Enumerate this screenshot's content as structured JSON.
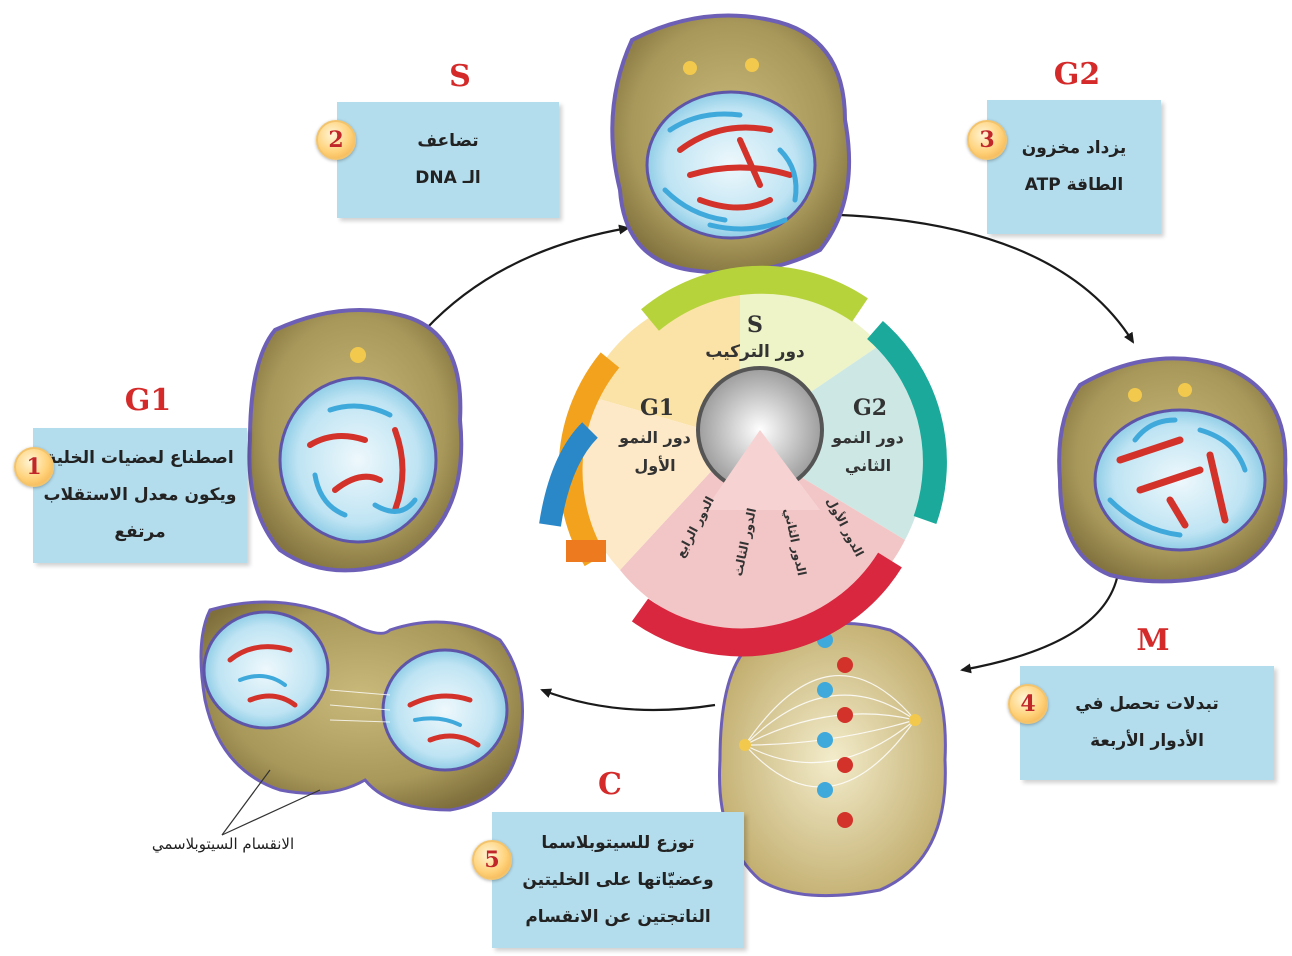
{
  "phases": {
    "g1": {
      "label": "G1",
      "number": "1",
      "lines": [
        "اصطناع لعضيات الخلية",
        "ويكون معدل الاستقلاب",
        "مرتفع"
      ]
    },
    "s": {
      "label": "S",
      "number": "2",
      "lines": [
        "تضاعف",
        "الـ DNA"
      ]
    },
    "g2": {
      "label": "G2",
      "number": "3",
      "lines": [
        "يزداد مخزون",
        "الطاقة ATP"
      ]
    },
    "m": {
      "label": "M",
      "number": "4",
      "lines": [
        "تبدلات تحصل في",
        "الأدوار الأربعة"
      ]
    },
    "c": {
      "label": "C",
      "number": "5",
      "lines": [
        "توزع للسيتوبلاسما",
        "وعضيّاتها على الخليتين",
        "الناتجتين عن الانقسام"
      ]
    }
  },
  "center_cycle": {
    "s": {
      "label": "S",
      "name": "دور التركيب"
    },
    "g1": {
      "label": "G1",
      "name_line1": "دور النمو",
      "name_line2": "الأول"
    },
    "g2": {
      "label": "G2",
      "name_line1": "دور النمو",
      "name_line2": "الثاني"
    },
    "mitosis_stages": [
      "الدور الأول",
      "الدور الثاني",
      "الدور الثالث",
      "الدور الرابع"
    ]
  },
  "cytokinesis_label": "الانقسام السيتوبلاسمي",
  "colors": {
    "phase_label": "#d42a2a",
    "box_fill": "#b3dcec",
    "cell_outer": "#a89a5c",
    "nucleus": "#bfe4f3",
    "chromosome_red": "#d3322a",
    "chromosome_blue": "#3fa9dc",
    "arc_s": "#b7d33c",
    "arc_g2": "#1aa99a",
    "arc_m": "#d8273f",
    "arc_g1": "#f3a21d",
    "arrow_blue": "#2a88c9",
    "arrow_orange": "#ee7a1f"
  }
}
